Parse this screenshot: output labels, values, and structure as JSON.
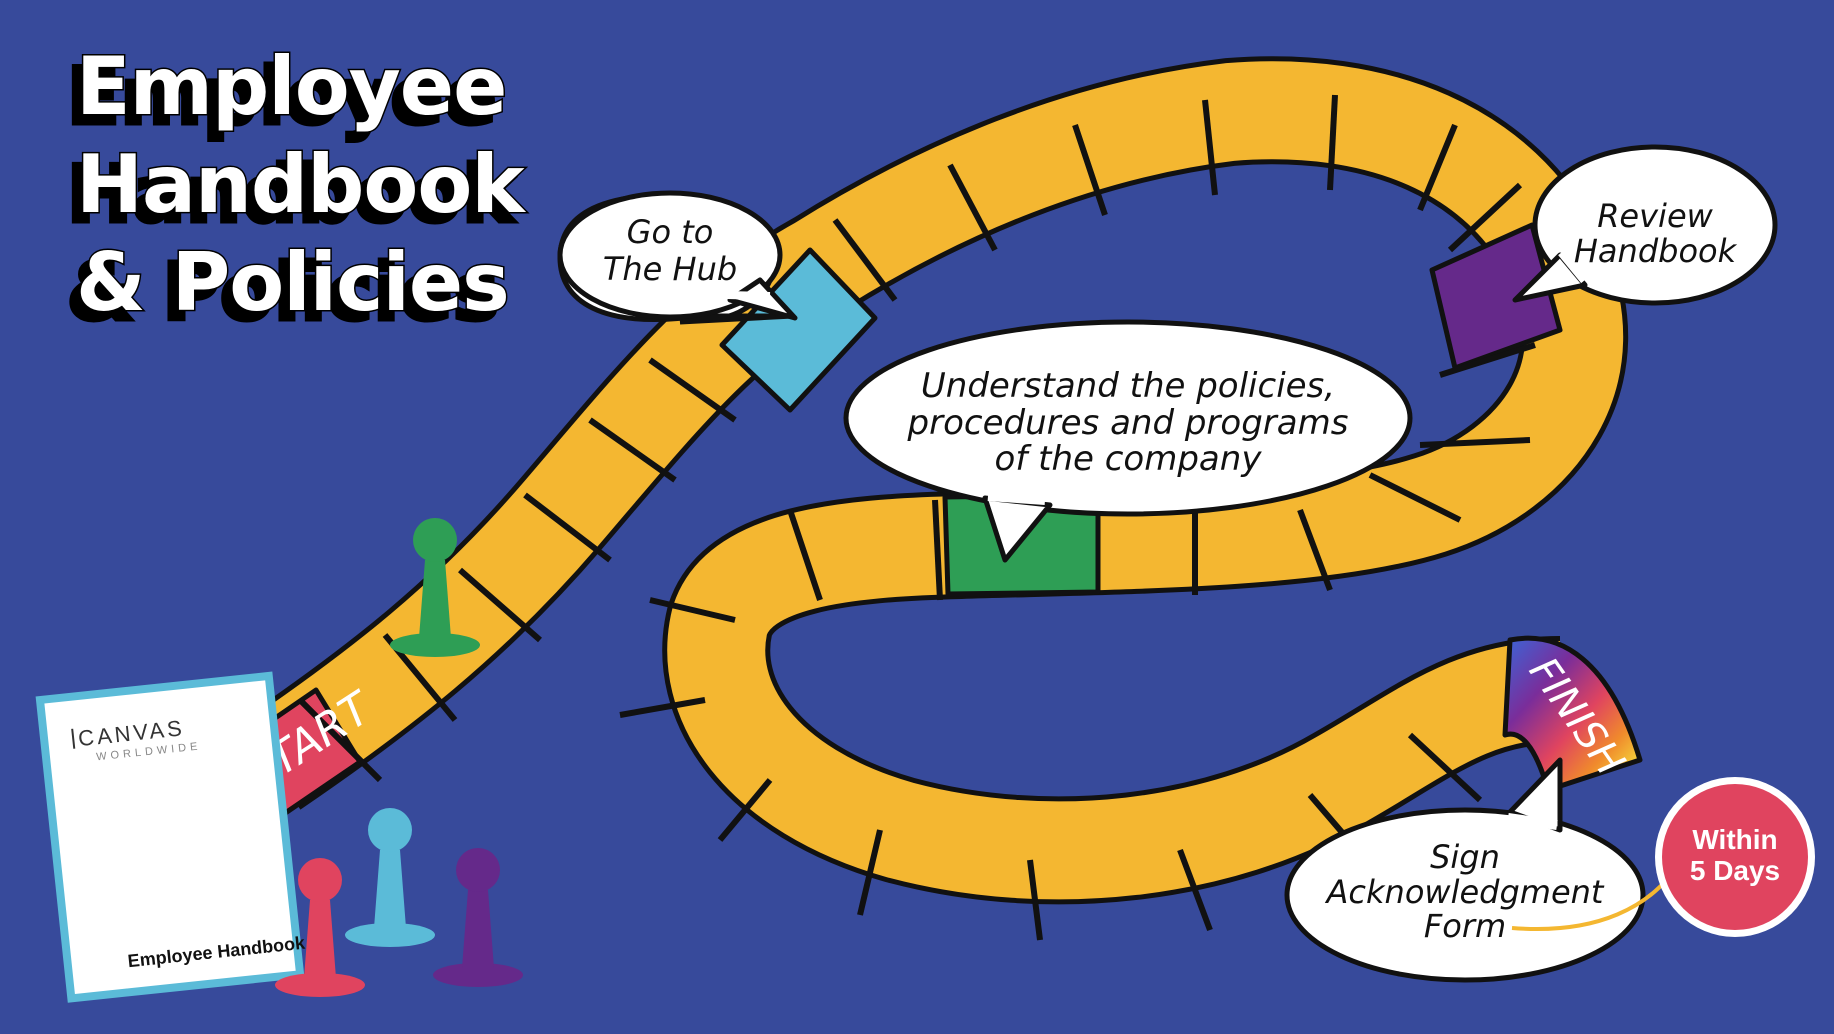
{
  "title": {
    "line1": "Employee",
    "line2": "Handbook",
    "line3": "& Policies"
  },
  "board": {
    "start_label": "START",
    "finish_label": "FINISH",
    "colors": {
      "background": "#374a9b",
      "path": "#f4b731",
      "start": "#e0445f",
      "hub": "#5bbbd8",
      "understand": "#2e9e55",
      "review": "#65298a"
    }
  },
  "bubbles": {
    "hub": {
      "line1": "Go to",
      "line2": "The Hub"
    },
    "understand": {
      "line1": "Understand the policies,",
      "line2": "procedures and programs",
      "line3": "of the company"
    },
    "review": {
      "line1": "Review",
      "line2": "Handbook"
    },
    "sign": {
      "line1": "Sign",
      "line2": "Acknowledgment",
      "line3": "Form"
    }
  },
  "badge": {
    "line1": "Within",
    "line2": "5 Days",
    "color": "#e0445f"
  },
  "handbook": {
    "brand": "CANVAS",
    "brand_sub": "WORLDWIDE",
    "doc_title": "Employee Handbook",
    "border_color": "#5bbbd8"
  },
  "pawns": [
    {
      "name": "green",
      "color": "#2e9e55"
    },
    {
      "name": "red",
      "color": "#e0445f"
    },
    {
      "name": "teal",
      "color": "#5bbbd8"
    },
    {
      "name": "purple",
      "color": "#65298a"
    }
  ]
}
